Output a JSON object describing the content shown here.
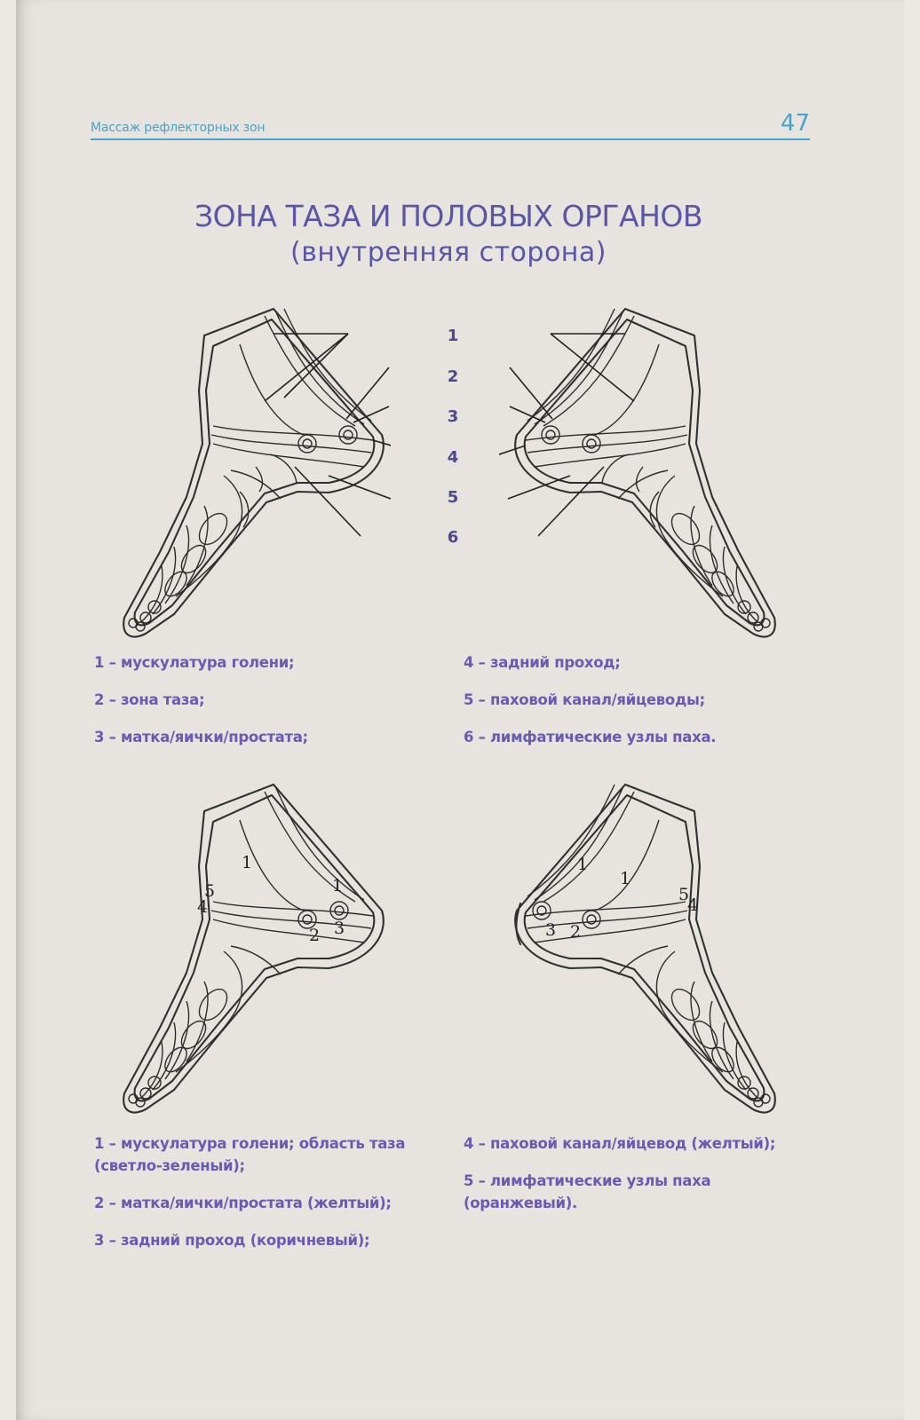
{
  "header": {
    "running_title": "Массаж рефлекторных зон",
    "page_number": "47"
  },
  "title": {
    "main": "ЗОНА ТАЗА И ПОЛОВЫХ ОРГАНОВ",
    "sub": "(внутренняя сторона)"
  },
  "figure_top": {
    "callout_numbers": [
      "1",
      "2",
      "3",
      "4",
      "5",
      "6"
    ]
  },
  "legend_top": {
    "left": [
      "1 – мускулатура голени;",
      "2 – зона таза;",
      "3 – матка/яички/простата;"
    ],
    "right": [
      "4 – задний проход;",
      "5 – паховой канал/яйцеводы;",
      "6 – лимфатические узлы паха."
    ]
  },
  "figure_bottom": {
    "left_labels": [
      "1",
      "1",
      "5",
      "4",
      "2",
      "3"
    ],
    "right_labels": [
      "1",
      "1",
      "5",
      "4",
      "3",
      "2"
    ]
  },
  "legend_bottom": {
    "left": [
      "1 – мускулатура голени; область таза (светло-зеленый);",
      "2 – матка/яички/простата (желтый);",
      "3 – задний проход (коричневый);"
    ],
    "right": [
      "4 – паховой канал/яйцевод (желтый);",
      "5 – лимфатические узлы паха (оранжевый)."
    ]
  },
  "colors": {
    "header": "#4aa3c9",
    "title": "#5a56a6",
    "legend": "#6a5ab2"
  }
}
